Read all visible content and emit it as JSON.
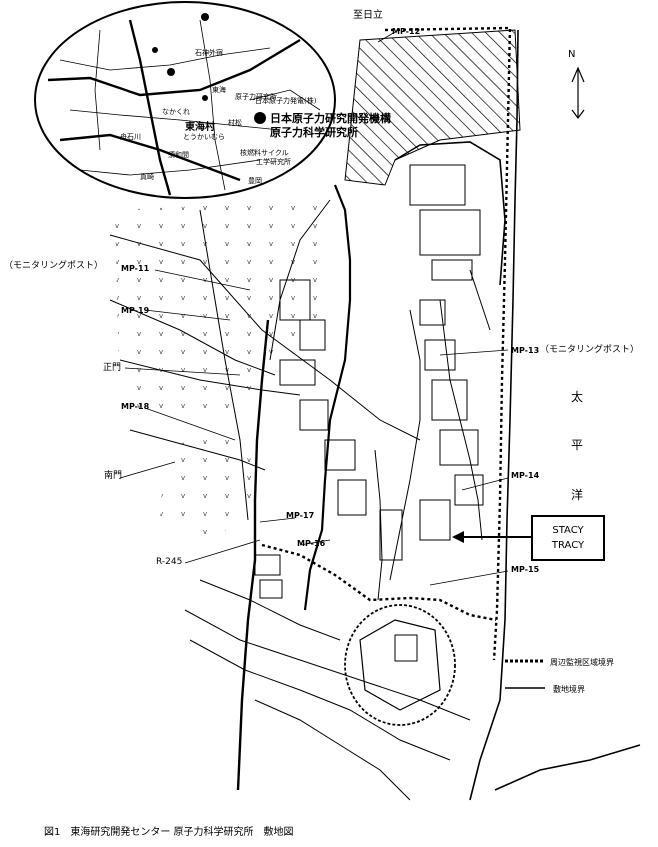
{
  "map": {
    "north_label": "N",
    "direction_label": "至日立",
    "monitoring_post_left": "（モニタリングポスト）",
    "monitoring_post_right": "（モニタリングポスト）",
    "monitoring_posts": [
      "MP-12",
      "MP-11",
      "MP-19",
      "MP-18",
      "MP-17",
      "MP-16",
      "MP-13",
      "MP-14",
      "MP-15"
    ],
    "gates": {
      "main_gate": "正門",
      "south_gate": "南門"
    },
    "route_label": "R-245",
    "ocean_chars": [
      "太",
      "平",
      "洋"
    ],
    "callout": {
      "line1": "STACY",
      "line2": "TRACY"
    },
    "legend": {
      "items": [
        {
          "symbol": "dotted-thick-line",
          "label": "周辺監視区域境界"
        },
        {
          "symbol": "solid-line",
          "label": "敷地境界"
        }
      ]
    },
    "inset": {
      "facility_line1": "日本原子力研究開発機構",
      "facility_line2": "原子力科学研究所",
      "village_name": "東海村",
      "village_reading": "とうかいむら",
      "labels": [
        "石神外宿",
        "原子力研究所",
        "日本原子力発電(株)",
        "村松",
        "核燃料サイクル",
        "工学研究所",
        "舟石川",
        "豊岡",
        "須和間",
        "真崎",
        "東海",
        "なかくれ"
      ]
    },
    "caption": "図1　東海研究開発センター 原子力科学研究所　敷地図"
  },
  "colors": {
    "ink": "#000000",
    "paper": "#ffffff"
  }
}
